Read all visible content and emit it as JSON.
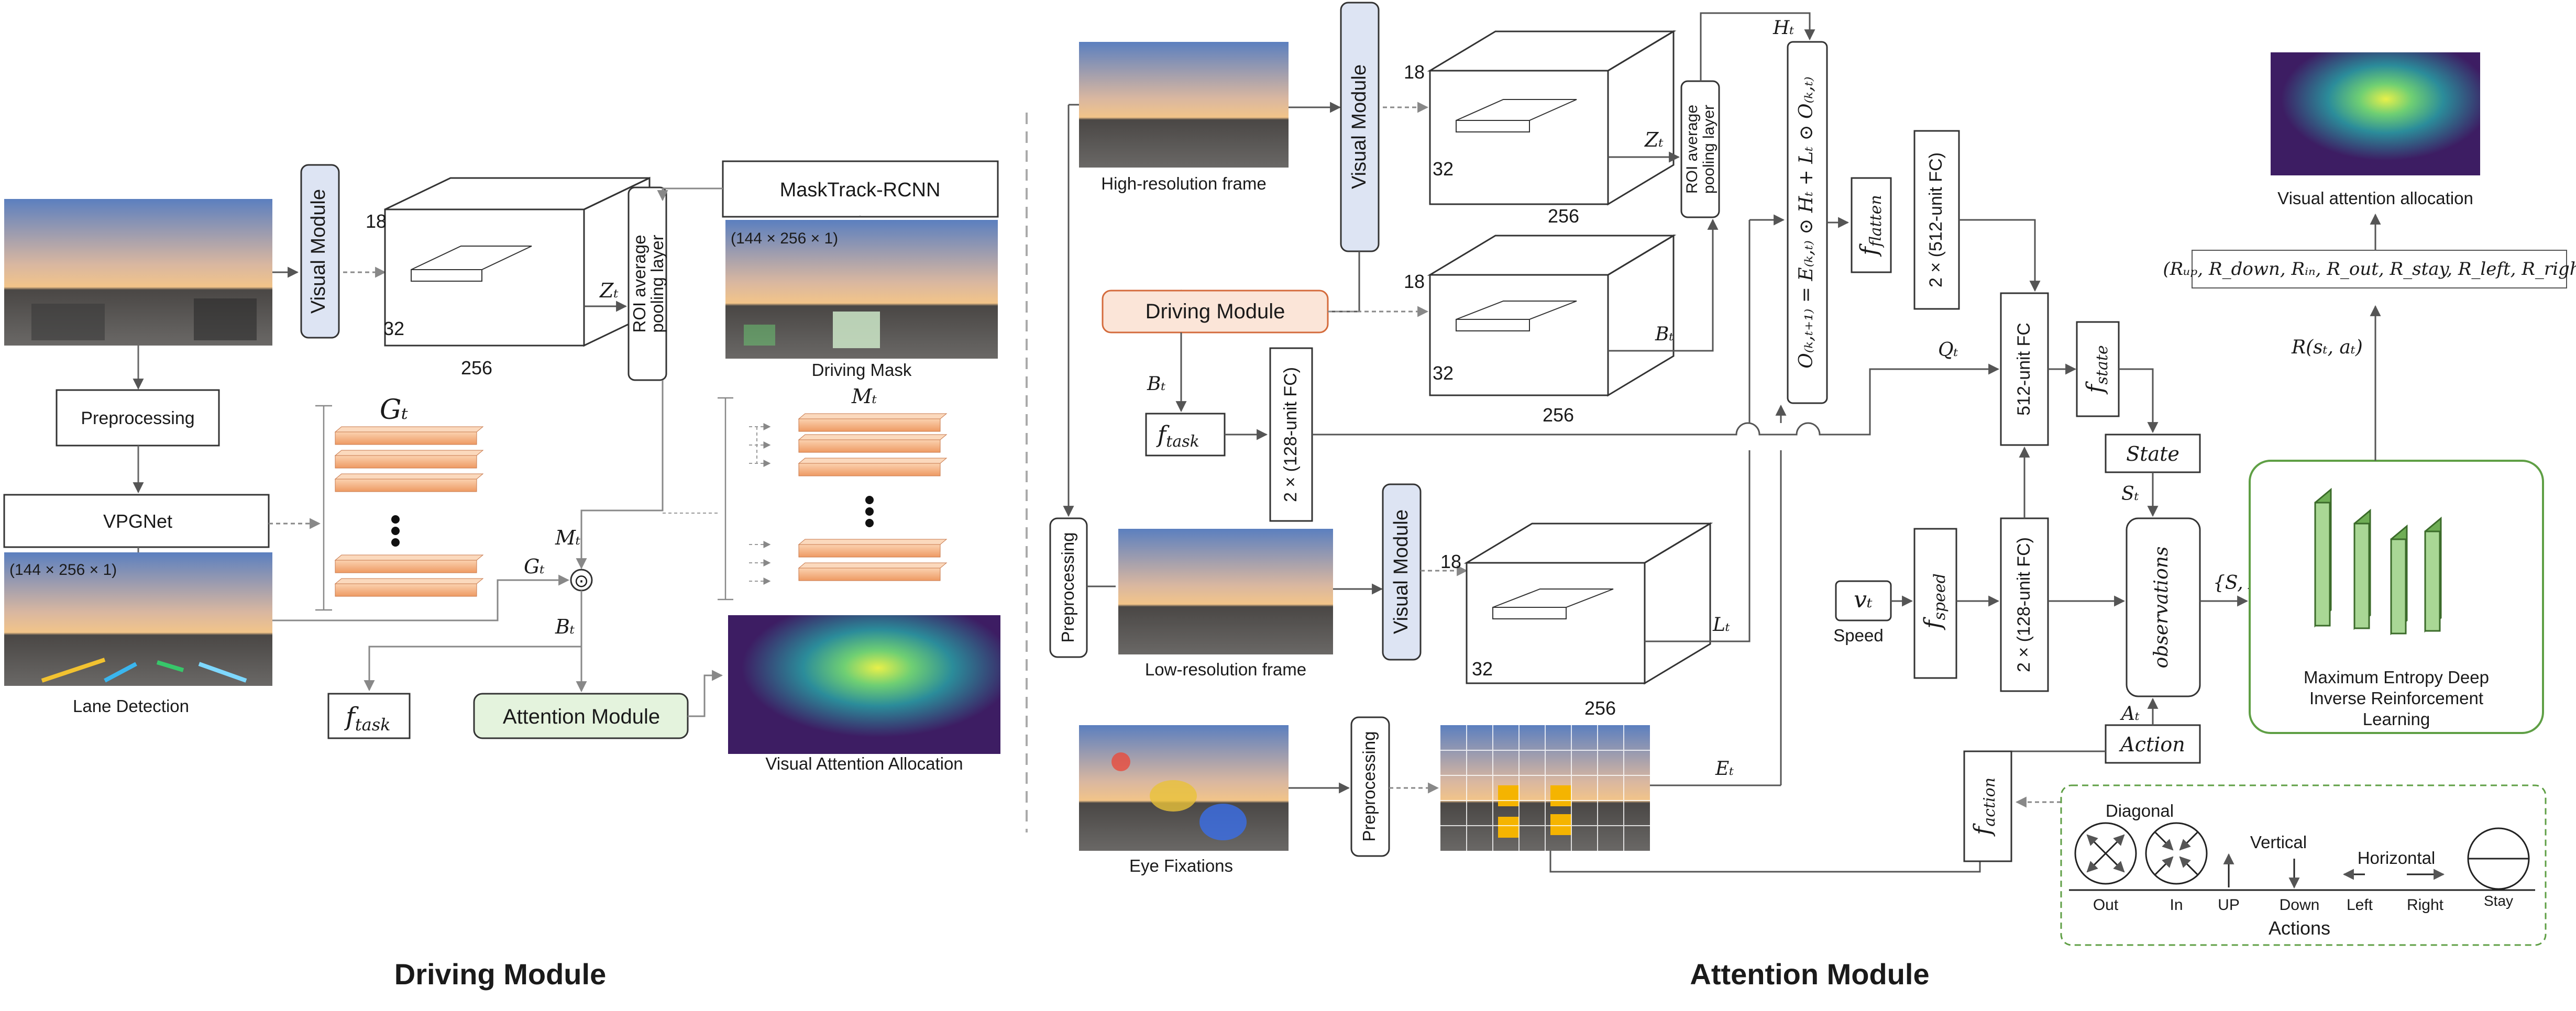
{
  "sections": {
    "driving_title": "Driving Module",
    "attention_title": "Attention Module"
  },
  "driving": {
    "visual_module": "Visual Module",
    "preprocessing": "Preprocessing",
    "vpgnet": "VPGNet",
    "roi_pool_1": "ROI average",
    "roi_pool_2": "pooling layer",
    "masktrack": "MaskTrack-RCNN",
    "mask_size": "(144 × 256 × 1)",
    "lane_size": "(144 × 256 × 1)",
    "driving_mask": "Driving Mask",
    "lane_detection": "Lane Detection",
    "attention_module": "Attention Module",
    "visual_attention_allocation": "Visual Attention Allocation",
    "dim_18": "18",
    "dim_32": "32",
    "dim_256": "256",
    "z_t": "Zₜ",
    "g_t_big": "Gₜ",
    "g_t": "Gₜ",
    "m_t": "Mₜ",
    "m_t_top": "Mₜ",
    "b_t": "Bₜ",
    "f_task": "f",
    "f_task_sub": "task",
    "odot": "⊙"
  },
  "attention": {
    "visual_module_top": "Visual Module",
    "visual_module_low": "Visual Module",
    "high_res": "High-resolution frame",
    "low_res": "Low-resolution frame",
    "driving_module": "Driving Module",
    "preprocessing_side": "Preprocessing",
    "preprocessing_eye": "Preprocessing",
    "eye_fixations": "Eye Fixations",
    "speed": "Speed",
    "v_t": "vₜ",
    "roi_1": "ROI average",
    "roi_2": "pooling layer",
    "equation": "O₍ₖ,ₜ₊₁₎ = E₍ₖ,ₜ₎ ⊙ Hₜ + Lₜ ⊙ O₍ₖ,ₜ₎",
    "f_flatten": "f",
    "f_flatten_sub": "flatten",
    "fc512x2": "2 × (512-unit FC)",
    "fc512": "512-unit FC",
    "fc128_task": "2 × (128-unit FC)",
    "fc128_speed": "2 × (128-unit FC)",
    "f_state": "f",
    "f_state_sub": "state",
    "f_speed": "f",
    "f_speed_sub": "speed",
    "f_action": "f",
    "f_action_sub": "action",
    "f_task": "f",
    "f_task_sub": "task",
    "state": "State",
    "action": "Action",
    "observations": "observations",
    "s_t": "Sₜ",
    "a_t": "Aₜ",
    "sa": "{S, A}",
    "h_t": "Hₜ",
    "z_t": "Zₜ",
    "b_t_cube": "Bₜ",
    "b_t_task": "Bₜ",
    "l_t": "Lₜ",
    "e_t": "Eₜ",
    "q_t": "Qₜ",
    "reward": "R(sₜ, aₜ)",
    "reward_tuple": "(Rᵤₚ, R_down, Rᵢₙ, R_out, R_stay, R_left, R_right)",
    "visual_attention": "Visual attention allocation",
    "irl_1": "Maximum Entropy Deep",
    "irl_2": "Inverse Reinforcement",
    "irl_3": "Learning",
    "dim_18a": "18",
    "dim_32a": "32",
    "dim_256a": "256",
    "dim_18b": "18",
    "dim_32b": "32",
    "dim_256b": "256",
    "dim_18c": "18",
    "dim_32c": "32",
    "dim_256c": "256"
  },
  "actions": {
    "title": "Actions",
    "diagonal": "Diagonal",
    "vertical": "Vertical",
    "horizontal": "Horizontal",
    "out": "Out",
    "in": "In",
    "up": "UP",
    "down": "Down",
    "left": "Left",
    "right": "Right",
    "stay": "Stay"
  },
  "colors": {
    "visual_module_fill": "#dde4f3",
    "driving_module_fill": "#fbe5d8",
    "attention_module_fill": "#e4f3dd",
    "layer_orange": "#f7b88b",
    "network_green": "#a9d795",
    "dashed_green": "#5f9f45"
  }
}
